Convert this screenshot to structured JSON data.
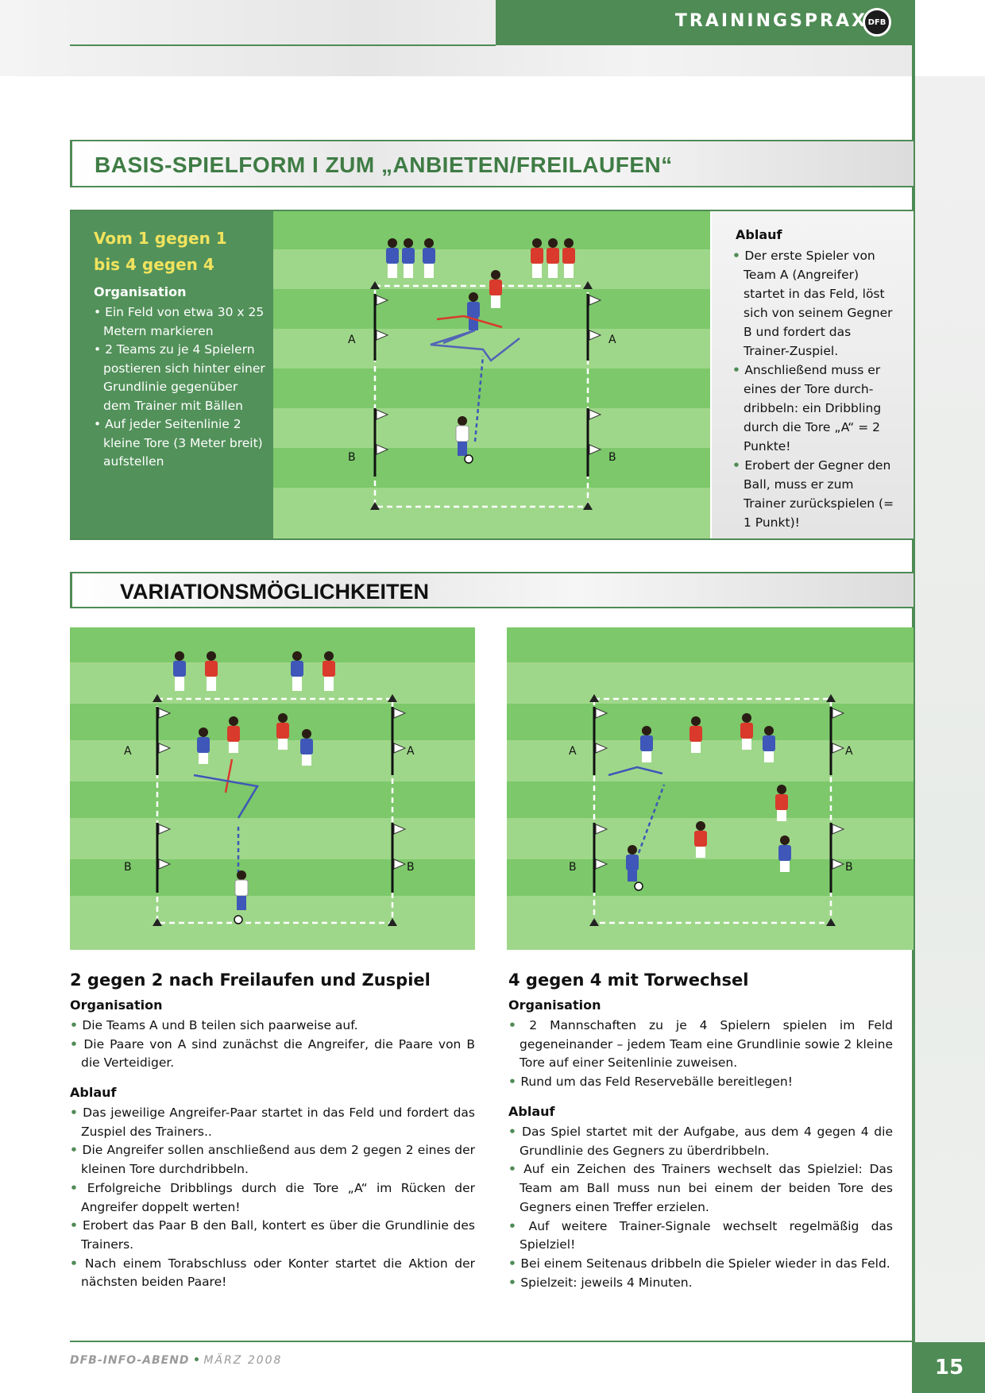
{
  "header": {
    "section_label": "TRAININGSPRAXIS",
    "logo_text": "DFB"
  },
  "section1": {
    "title": "BASIS-SPIELFORM I ZUM „ANBIETEN/FREILAUFEN“"
  },
  "basis": {
    "headline_line1": "Vom 1 gegen 1",
    "headline_line2": "bis 4 gegen 4",
    "organisation_label": "Organisation",
    "organisation_items": [
      "Ein Feld von etwa 30 x 25 Metern markieren",
      "2 Teams zu je 4 Spielern postieren sich hinter einer Grundlinie gegenüber dem Trainer mit Bällen",
      "Auf jeder Seitenlinie 2 kleine Tore (3 Meter breit) aufstellen"
    ],
    "ablauf_label": "Ablauf",
    "ablauf_items": [
      "Der erste Spieler von Team A (Angreifer) startet in das Feld, löst sich von seinem Gegner B und fordert das Trainer-Zuspiel.",
      "Anschließend muss er eines der Tore durch-dribbeln: ein Dribbling durch die Tore „A“ = 2 Punkte!",
      "Erobert der Gegner den Ball, muss er zum Trainer zurückspielen (= 1 Punkt)!"
    ],
    "goal_labels": [
      "A",
      "A",
      "B",
      "B"
    ]
  },
  "section2": {
    "title": "VARIATIONSMÖGLICHKEITEN"
  },
  "variation1": {
    "title": "2 gegen 2 nach Freilaufen und Zuspiel",
    "organisation_label": "Organisation",
    "organisation_items": [
      "Die Teams A und B teilen sich paarweise auf.",
      "Die Paare von A sind zunächst die Angreifer, die Paare von B die Verteidiger."
    ],
    "ablauf_label": "Ablauf",
    "ablauf_items": [
      "Das jeweilige Angreifer-Paar startet in das Feld und fordert das Zuspiel des Trainers..",
      "Die Angreifer sollen anschließend aus dem 2 gegen 2 eines der kleinen Tore durchdribbeln.",
      "Erfolgreiche Dribblings durch die Tore „A“ im Rücken der Angreifer doppelt werten!",
      "Erobert das Paar B den Ball, kontert es über die Grundlinie des Trainers.",
      "Nach einem Torabschluss oder Konter startet die Aktion der nächsten beiden Paare!"
    ],
    "goal_labels": [
      "A",
      "A",
      "B",
      "B"
    ]
  },
  "variation2": {
    "title": "4 gegen 4 mit Torwechsel",
    "organisation_label": "Organisation",
    "organisation_items": [
      "2 Mannschaften zu je 4 Spielern spielen im Feld gegeneinander – jedem Team eine Grundlinie sowie 2 kleine Tore auf einer Seitenlinie zuweisen.",
      "Rund um das Feld Reservebälle bereitlegen!"
    ],
    "ablauf_label": "Ablauf",
    "ablauf_items": [
      "Das Spiel startet mit der Aufgabe, aus dem 4 gegen 4 die Grundlinie des Gegners zu überdribbeln.",
      "Auf ein Zeichen des Trainers wechselt das Spielziel: Das Team am Ball muss nun bei einem der beiden Tore des Gegners einen Treffer erzielen.",
      "Auf weitere Trainer-Signale wechselt regelmäßig das Spielziel!",
      "Bei einem Seitenaus dribbeln die Spieler wieder in das Feld.",
      "Spielzeit: jeweils 4 Minuten."
    ],
    "goal_labels": [
      "A",
      "A",
      "B",
      "B"
    ]
  },
  "footer": {
    "brand": "DFB-INFO-ABEND",
    "separator": "•",
    "date": "MÄRZ 2008",
    "page_number": "15"
  },
  "colors": {
    "accent_green": "#4f8b55",
    "headline_yellow": "#f1e35e",
    "team_blue": "#3f57b8",
    "team_red": "#d93a2c",
    "grass_light": "#9fd78a",
    "grass_dark": "#7cc86a"
  },
  "icons": [
    "dfb-logo-icon",
    "player-blue-icon",
    "player-red-icon",
    "player-trainer-icon",
    "cone-icon",
    "goal-flag-icon",
    "ball-icon"
  ]
}
